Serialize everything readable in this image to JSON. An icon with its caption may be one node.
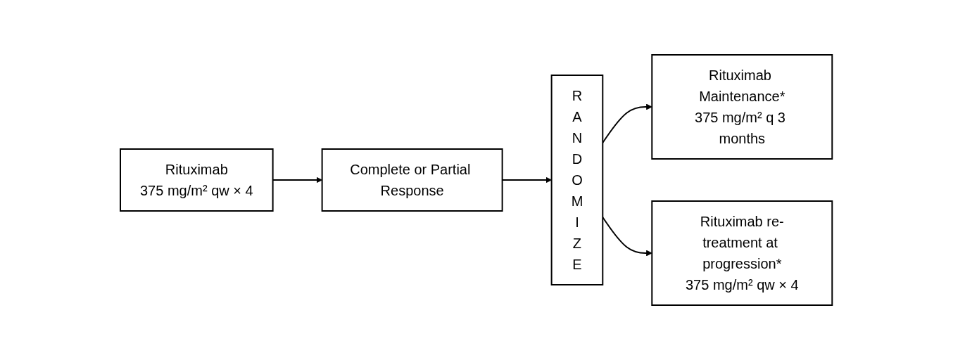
{
  "diagram": {
    "nodes": [
      {
        "text": [
          "Rituximab",
          "375 mg/m² qw × 4"
        ]
      },
      {
        "text": [
          "Complete or Partial Response"
        ]
      },
      {
        "text": [
          "R A N D O M I Z E"
        ]
      },
      {
        "text": [
          "Rituximab Maintenance*",
          "375 mg/m² q 3 months"
        ]
      },
      {
        "text": [
          "Rituximab re-treatment at progression*",
          "375 mg/m² qw × 4"
        ]
      }
    ],
    "edges": [
      {
        "from": 0,
        "to": 1,
        "arrow": "to"
      },
      {
        "from": 1,
        "to": 2,
        "arrow": "to"
      },
      {
        "from": 2,
        "to": 3,
        "arrow": "to"
      },
      {
        "from": 2,
        "to": 4,
        "arrow": "to"
      }
    ]
  }
}
